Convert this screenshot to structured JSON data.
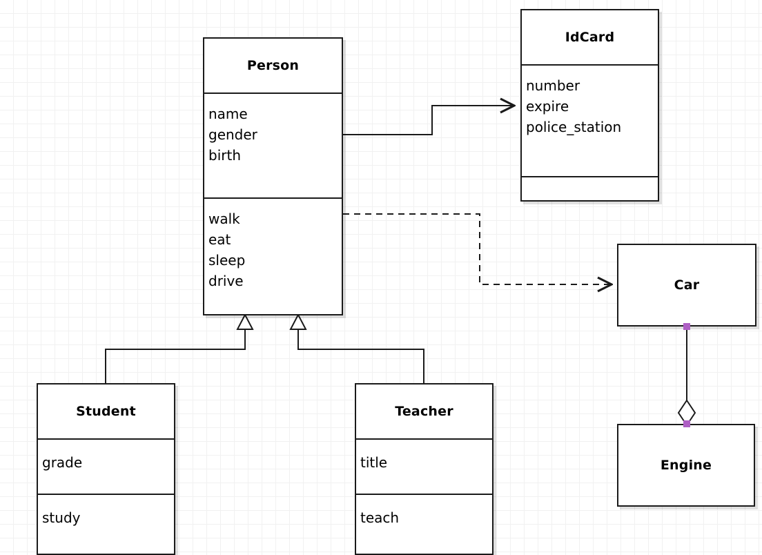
{
  "diagram": {
    "kind": "uml-class-diagram",
    "background": "#ffffff",
    "grid_color": "#f1f1f1",
    "line_color": "#1a1a1a",
    "handle_color": "#ae5fc4",
    "classes": [
      {
        "id": "person",
        "name": "Person",
        "attributes": [
          "name",
          "gender",
          "birth"
        ],
        "methods": [
          "walk",
          "eat",
          "sleep",
          "drive"
        ]
      },
      {
        "id": "idcard",
        "name": "IdCard",
        "attributes": [
          "number",
          "expire",
          "police_station"
        ],
        "methods": []
      },
      {
        "id": "student",
        "name": "Student",
        "attributes": [
          "grade"
        ],
        "methods": [
          "study"
        ]
      },
      {
        "id": "teacher",
        "name": "Teacher",
        "attributes": [
          "title"
        ],
        "methods": [
          "teach"
        ]
      },
      {
        "id": "car",
        "name": "Car",
        "attributes": [],
        "methods": []
      },
      {
        "id": "engine",
        "name": "Engine",
        "attributes": [],
        "methods": []
      }
    ],
    "relations": [
      {
        "id": "person-idcard",
        "type": "association",
        "from": "Person",
        "to": "IdCard",
        "arrow": "open"
      },
      {
        "id": "person-car",
        "type": "dependency",
        "from": "Person",
        "to": "Car",
        "arrow": "open",
        "stroke": "dashed"
      },
      {
        "id": "student-person",
        "type": "generalization",
        "from": "Student",
        "to": "Person",
        "arrow": "hollow-triangle"
      },
      {
        "id": "teacher-person",
        "type": "generalization",
        "from": "Teacher",
        "to": "Person",
        "arrow": "hollow-triangle"
      },
      {
        "id": "car-engine",
        "type": "aggregation",
        "from": "Car",
        "to": "Engine",
        "arrow": "hollow-diamond",
        "selected": true
      }
    ]
  }
}
